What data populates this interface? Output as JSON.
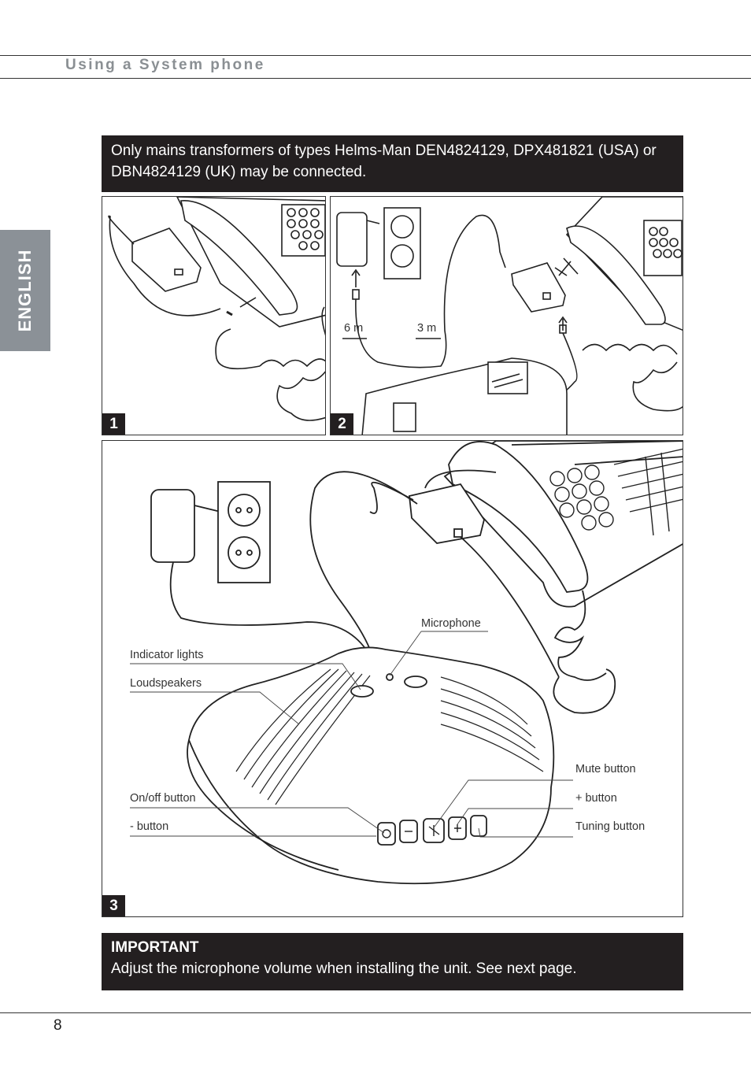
{
  "header": {
    "title": "Using a System phone"
  },
  "side_tab": {
    "label": "ENGLISH"
  },
  "notice_top": {
    "text": "Only mains transformers of types Helms-Man DEN4824129, DPX481821 (USA) or DBN4824129 (UK) may be connected."
  },
  "panels": [
    {
      "number": "1"
    },
    {
      "number": "2",
      "cable_labels": [
        "6 m",
        "3 m"
      ]
    },
    {
      "number": "3",
      "callouts": {
        "microphone": "Microphone",
        "indicator_lights": "Indicator lights",
        "loudspeakers": "Loudspeakers",
        "mute_button": "Mute button",
        "plus_button": "+ button",
        "onoff_button": "On/off button",
        "minus_button": "- button",
        "tuning_button": "Tuning button"
      }
    }
  ],
  "notice_bottom": {
    "heading": "IMPORTANT",
    "text": "Adjust the microphone volume when installing the unit. See next page."
  },
  "footer": {
    "page_number": "8"
  }
}
